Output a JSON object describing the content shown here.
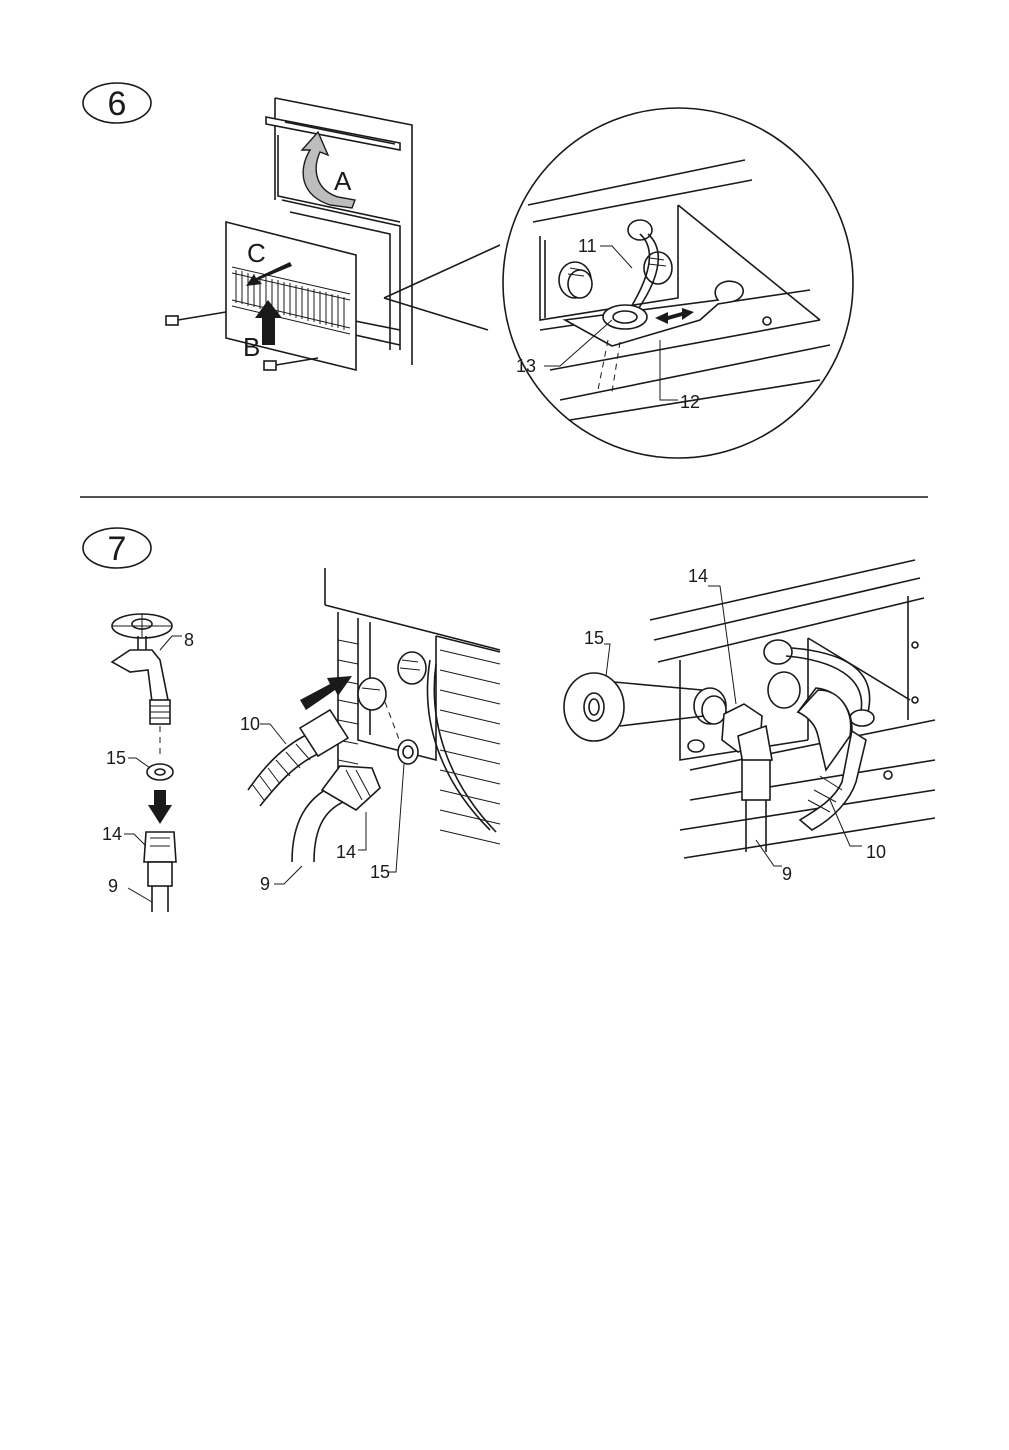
{
  "steps": {
    "step6": "6",
    "step7": "7"
  },
  "fig6": {
    "arrows": {
      "a": "A",
      "b": "B",
      "c": "C"
    },
    "callouts": {
      "c11": "11",
      "c12": "12",
      "c13": "13"
    }
  },
  "fig7": {
    "tap": {
      "c8": "8",
      "c15": "15",
      "c14": "14",
      "c9": "9"
    },
    "hoses": {
      "c10": "10",
      "c14": "14",
      "c9": "9",
      "c15": "15"
    },
    "installed": {
      "c14": "14",
      "c15": "15",
      "c9": "9",
      "c10": "10"
    }
  }
}
